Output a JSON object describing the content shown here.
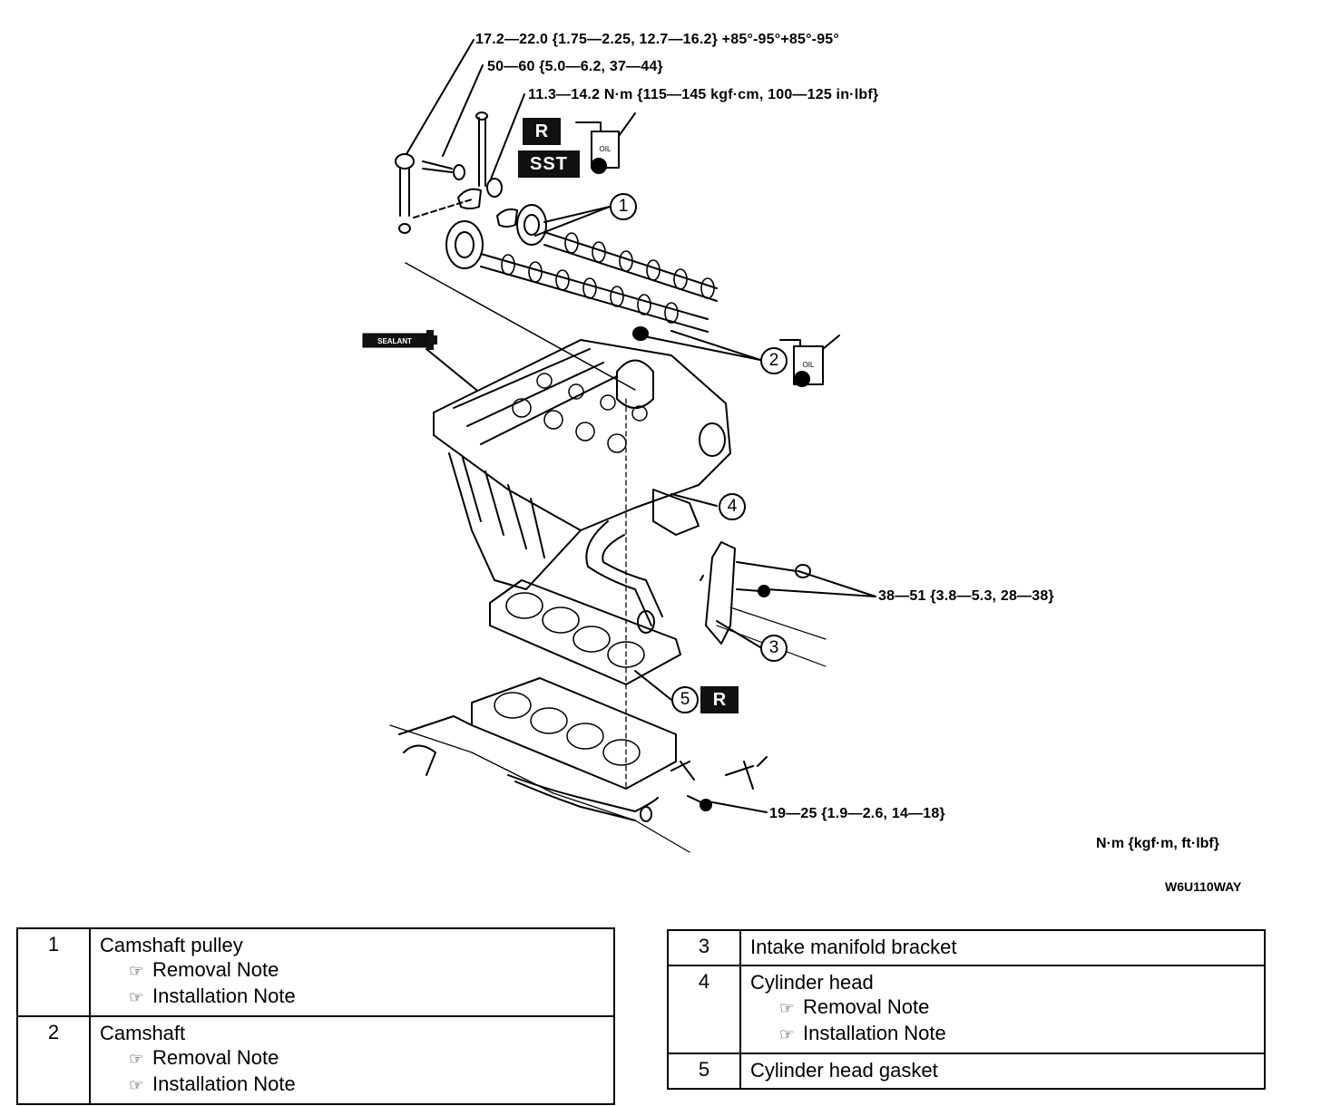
{
  "torque_specs": {
    "t1": "17.2—22.0 {1.75—2.25, 12.7—16.2} +85°-95°+85°-95°",
    "t2": "50—60 {5.0—6.2, 37—44}",
    "t3": "11.3—14.2 N·m {115—145 kgf·cm, 100—125 in·lbf}",
    "t4": "38—51 {3.8—5.3, 28—38}",
    "t5": "19—25 {1.9—2.6, 14—18}"
  },
  "badges": {
    "replace": "R",
    "sst": "SST",
    "oil": "OIL",
    "sealant": "SEALANT"
  },
  "callouts": [
    "1",
    "2",
    "3",
    "4",
    "5"
  ],
  "unit_note": "N·m {kgf·m, ft·lbf}",
  "figure_code": "W6U110WAY",
  "note_icon": "☞",
  "legend_left": [
    {
      "num": "1",
      "name": "Camshaft pulley",
      "notes": [
        "Removal Note",
        "Installation Note"
      ]
    },
    {
      "num": "2",
      "name": "Camshaft",
      "notes": [
        "Removal Note",
        "Installation Note"
      ]
    }
  ],
  "legend_right": [
    {
      "num": "3",
      "name": "Intake manifold bracket",
      "notes": []
    },
    {
      "num": "4",
      "name": "Cylinder head",
      "notes": [
        "Removal Note",
        "Installation Note"
      ]
    },
    {
      "num": "5",
      "name": "Cylinder head gasket",
      "notes": []
    }
  ]
}
